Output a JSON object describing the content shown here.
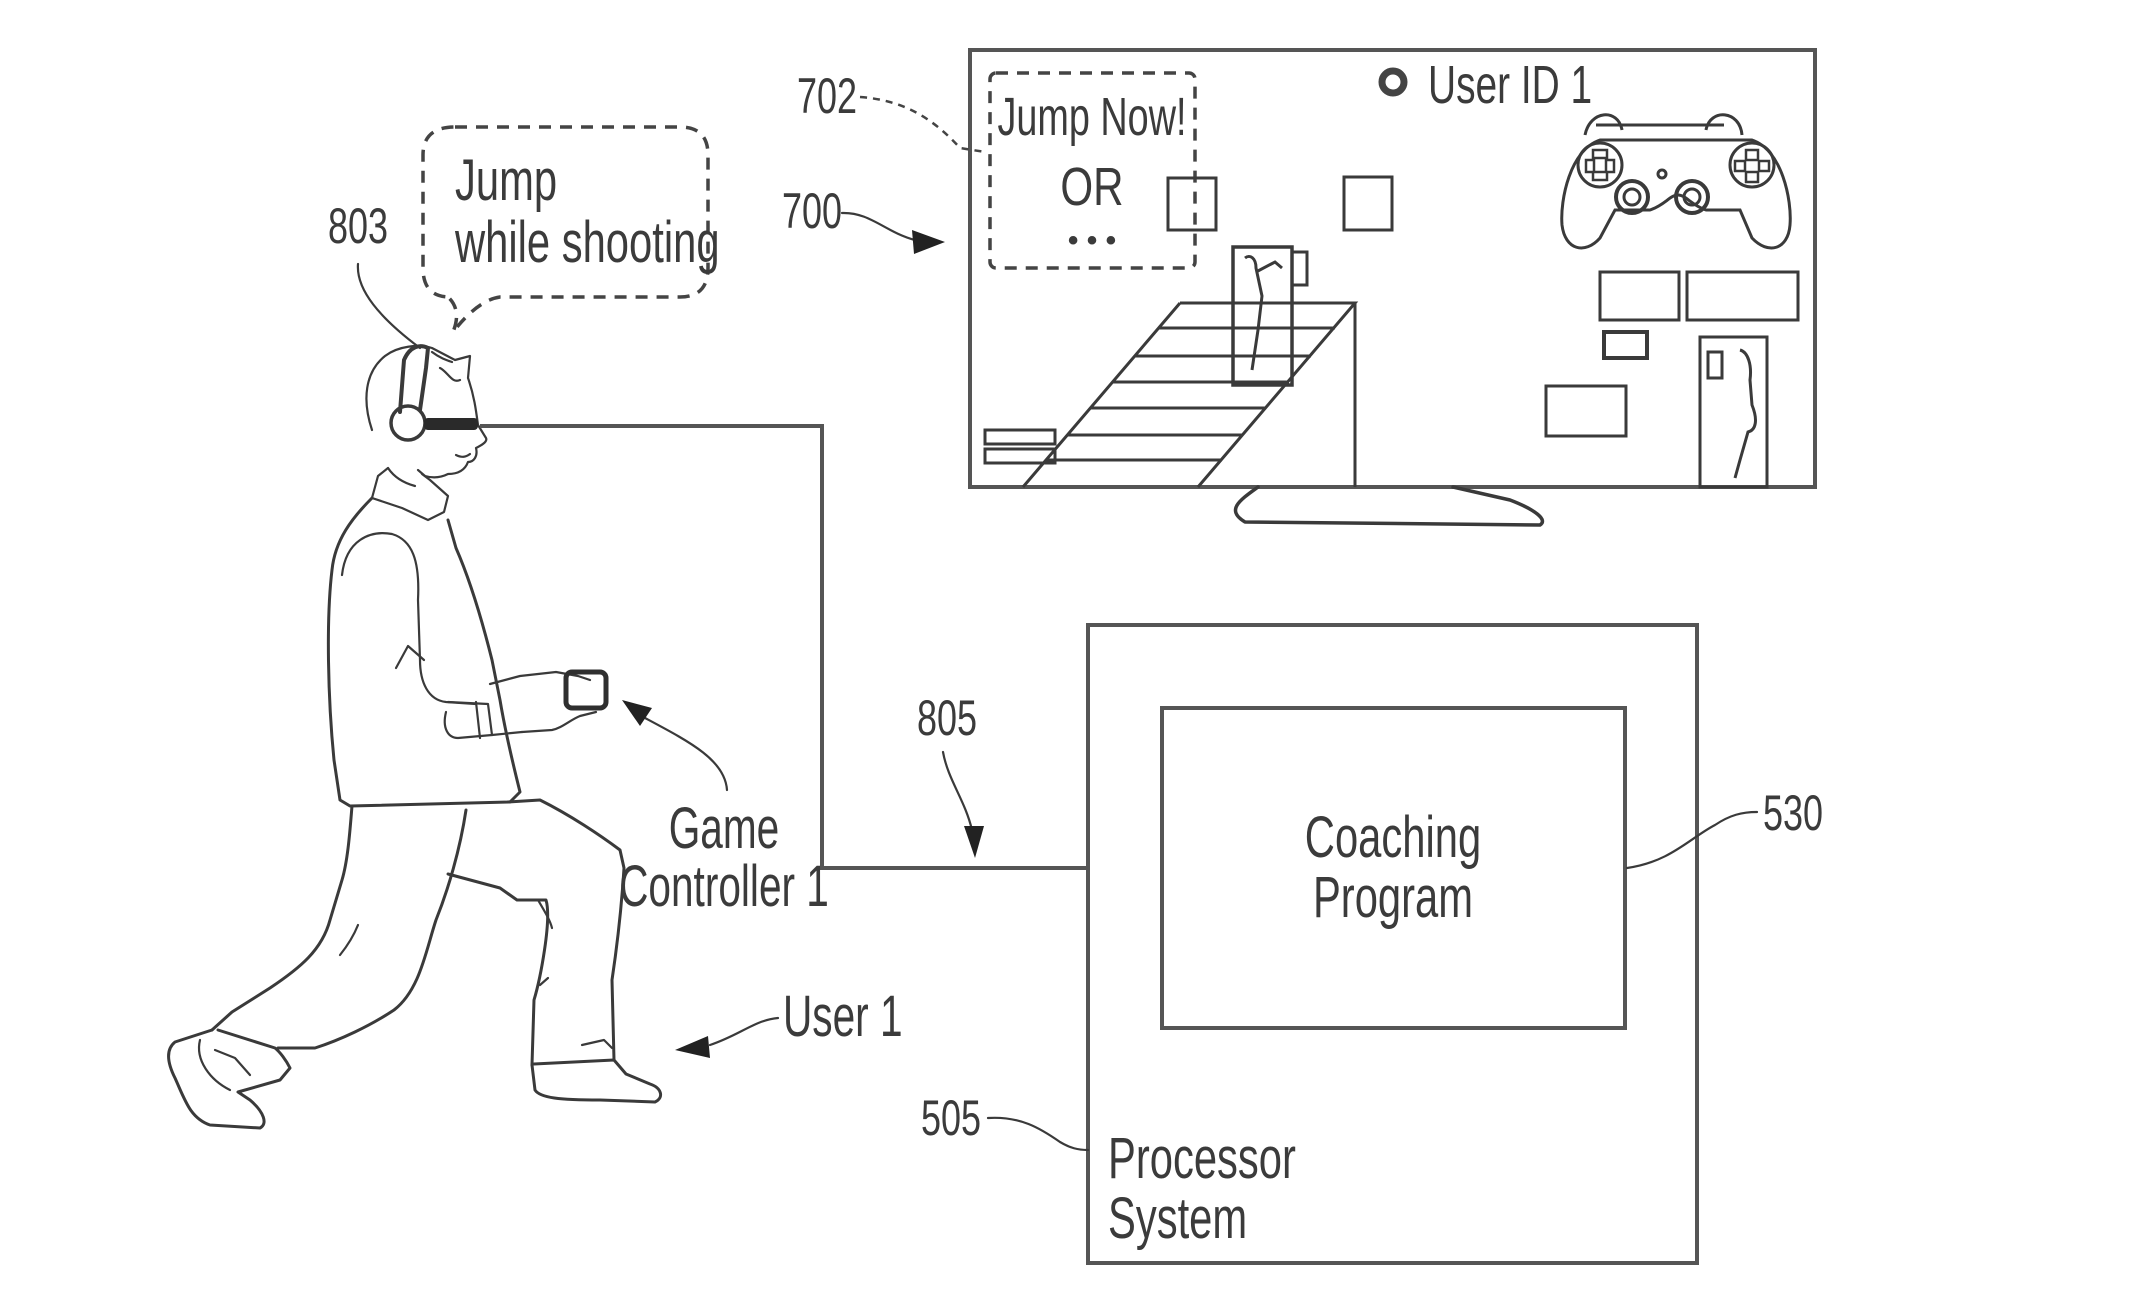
{
  "figure": {
    "speech_bubble": {
      "line1": "Jump",
      "line2": "while shooting"
    },
    "reference_numerals": {
      "headset": "803",
      "hint_box": "702",
      "display": "700",
      "connection": "805",
      "coaching_program": "530",
      "processor_system": "505"
    },
    "display": {
      "hint_line1": "Jump Now!",
      "hint_line2": "OR",
      "hint_line3": "• • •",
      "user_id": "User ID 1"
    },
    "labels": {
      "controller_line1": "Game",
      "controller_line2": "Controller 1",
      "user": "User 1"
    },
    "processor": {
      "outer_line1": "Processor",
      "outer_line2": "System",
      "inner_line1": "Coaching",
      "inner_line2": "Program"
    }
  }
}
